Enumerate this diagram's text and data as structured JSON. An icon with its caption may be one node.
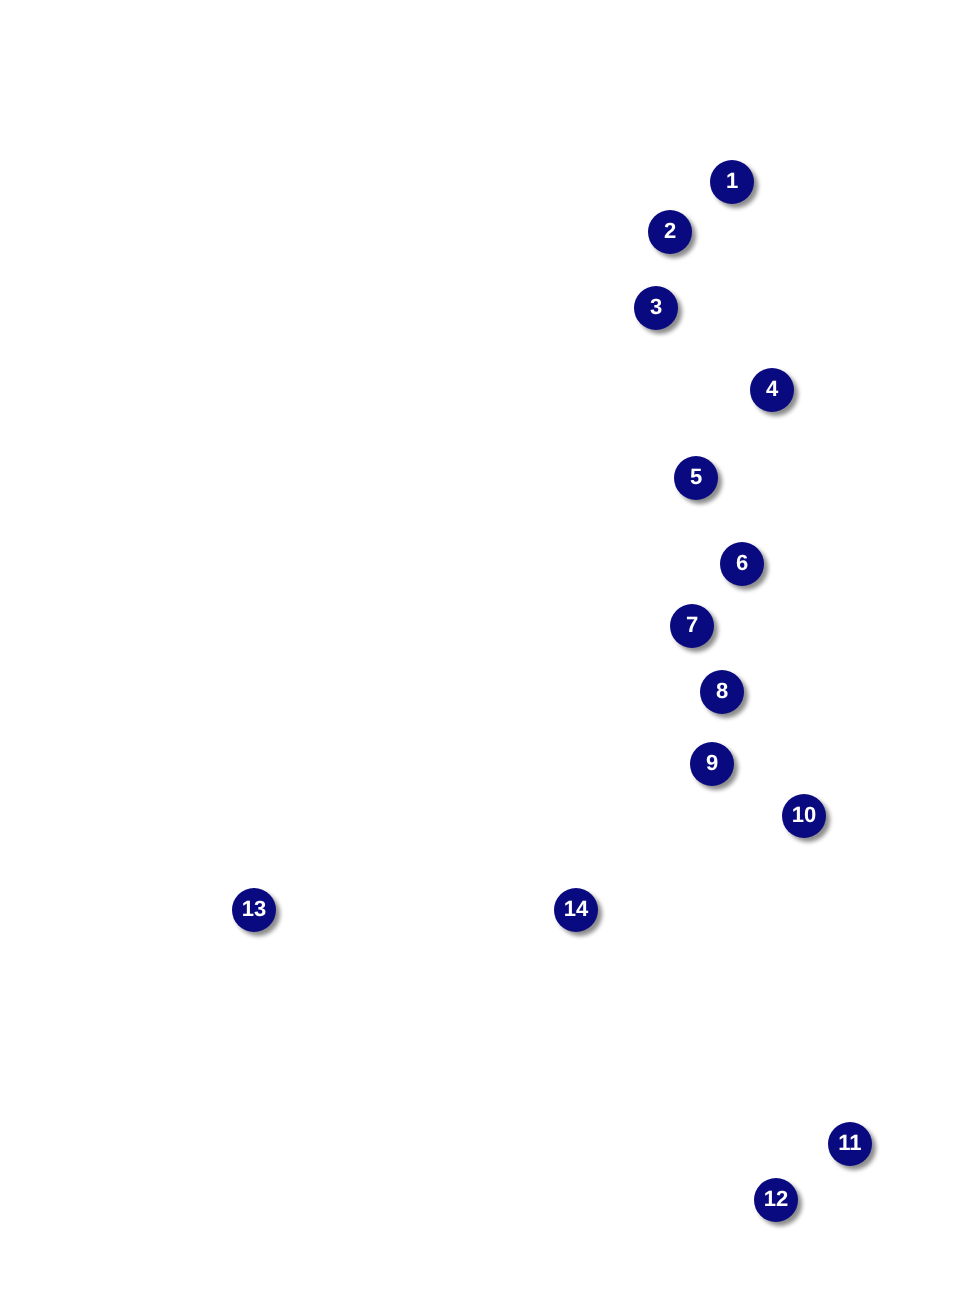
{
  "diagram": {
    "labels": [
      "1",
      "2",
      "3",
      "4",
      "5",
      "6",
      "7",
      "8",
      "9",
      "10",
      "13",
      "14",
      "11",
      "12"
    ]
  }
}
